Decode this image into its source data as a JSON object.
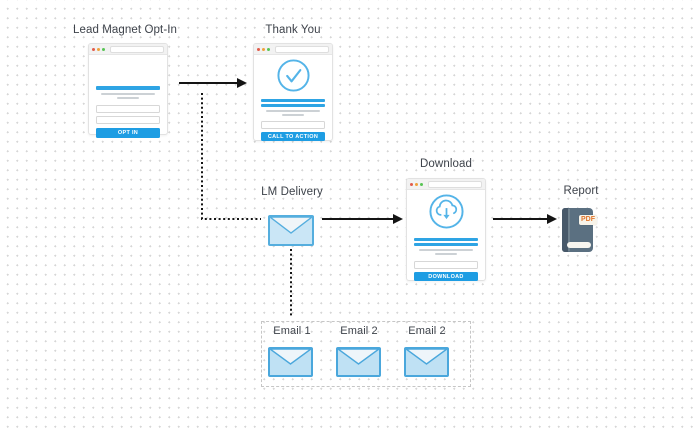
{
  "diagram": {
    "nodes": {
      "lead_magnet_opt_in": {
        "title": "Lead Magnet Opt-In",
        "button_label": "OPT IN"
      },
      "thank_you": {
        "title": "Thank You",
        "button_label": "CALL TO ACTION"
      },
      "lm_delivery": {
        "title": "LM Delivery"
      },
      "download": {
        "title": "Download",
        "button_label": "DOWNLOAD"
      },
      "report": {
        "title": "Report",
        "badge": "PDF"
      },
      "email_sequence": {
        "emails": [
          {
            "label": "Email 1"
          },
          {
            "label": "Email 2"
          },
          {
            "label": "Email 2"
          }
        ]
      }
    },
    "icons": {
      "thank_you": "checkmark-circle-icon",
      "download": "cloud-download-icon",
      "lm_delivery": "envelope-icon",
      "report": "book-pdf-icon"
    },
    "colors": {
      "accent_blue": "#1e9de3",
      "icon_blue": "#54b4e8",
      "envelope_fill": "#cae6f6",
      "envelope_flap": "#f0f5f8",
      "envelope_border": "#55aede",
      "book_body": "#5b7081",
      "book_spine": "#475869",
      "pdf_text": "#e0752c",
      "connector_black": "#141414",
      "label_text": "#3e434b",
      "grid_dot": "#d6d6d6"
    }
  }
}
